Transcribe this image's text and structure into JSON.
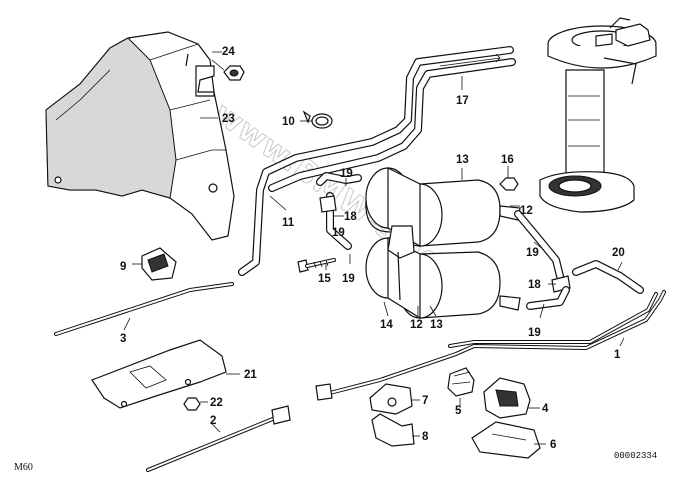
{
  "diagram": {
    "model_code": "M60",
    "drawing_number": "00002334",
    "watermark": "www.BMW-sklep.pl",
    "part_labels": {
      "p1": "1",
      "p2": "2",
      "p3": "3",
      "p4": "4",
      "p5": "5",
      "p6": "6",
      "p7": "7",
      "p8": "8",
      "p9": "9",
      "p10": "10",
      "p11": "11",
      "p12a": "12",
      "p12b": "12",
      "p13a": "13",
      "p13b": "13",
      "p14": "14",
      "p15": "15",
      "p16": "16",
      "p17": "17",
      "p18a": "18",
      "p18b": "18",
      "p19a": "19",
      "p19b": "19",
      "p19c": "19",
      "p19d": "19",
      "p20": "20",
      "p21": "21",
      "p22": "22",
      "p23": "23",
      "p24": "24"
    }
  }
}
